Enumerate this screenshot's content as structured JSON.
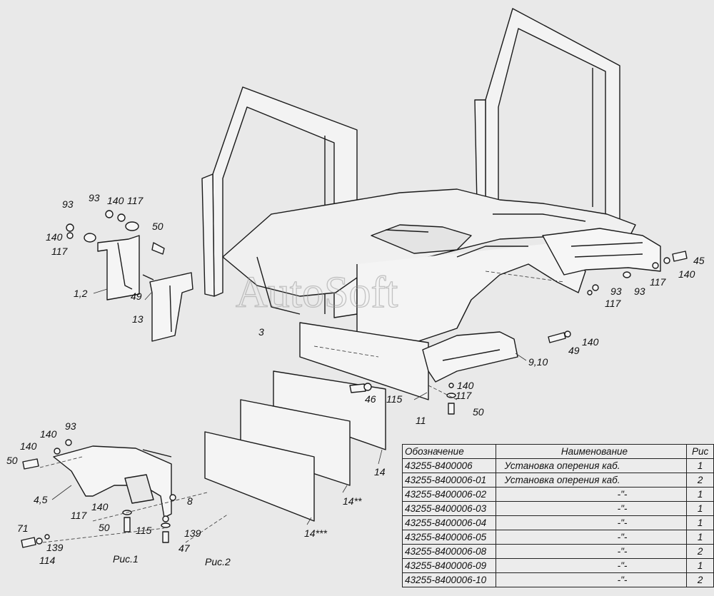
{
  "watermark": "AutoSoft",
  "figure_labels": [
    "Рис.1",
    "Рис.2"
  ],
  "callouts": {
    "top_left": [
      "93",
      "93",
      "140",
      "117",
      "140",
      "117",
      "50",
      "1,2",
      "49",
      "13",
      "3"
    ],
    "right": [
      "45",
      "140",
      "93",
      "117",
      "93",
      "117",
      "49",
      "140",
      "9,10"
    ],
    "center": [
      "140",
      "117",
      "50",
      "46",
      "115",
      "11",
      "14",
      "14**",
      "14***"
    ],
    "bottom_left": [
      "93",
      "140",
      "140",
      "50",
      "4,5",
      "140",
      "117",
      "50",
      "115",
      "8",
      "139",
      "71",
      "139",
      "114",
      "47"
    ]
  },
  "table": {
    "headers": [
      "Обозначение",
      "Наименование",
      "Рис"
    ],
    "rows": [
      [
        "43255-8400006",
        "Установка оперения каб.",
        "1"
      ],
      [
        "43255-8400006-01",
        "Установка оперения каб.",
        "2"
      ],
      [
        "43255-8400006-02",
        "-\"-",
        "1"
      ],
      [
        "43255-8400006-03",
        "-\"-",
        "1"
      ],
      [
        "43255-8400006-04",
        "-\"-",
        "1"
      ],
      [
        "43255-8400006-05",
        "-\"-",
        "1"
      ],
      [
        "43255-8400006-08",
        "-\"-",
        "2"
      ],
      [
        "43255-8400006-09",
        "-\"-",
        "1"
      ],
      [
        "43255-8400006-10",
        "-\"-",
        "2"
      ]
    ]
  }
}
